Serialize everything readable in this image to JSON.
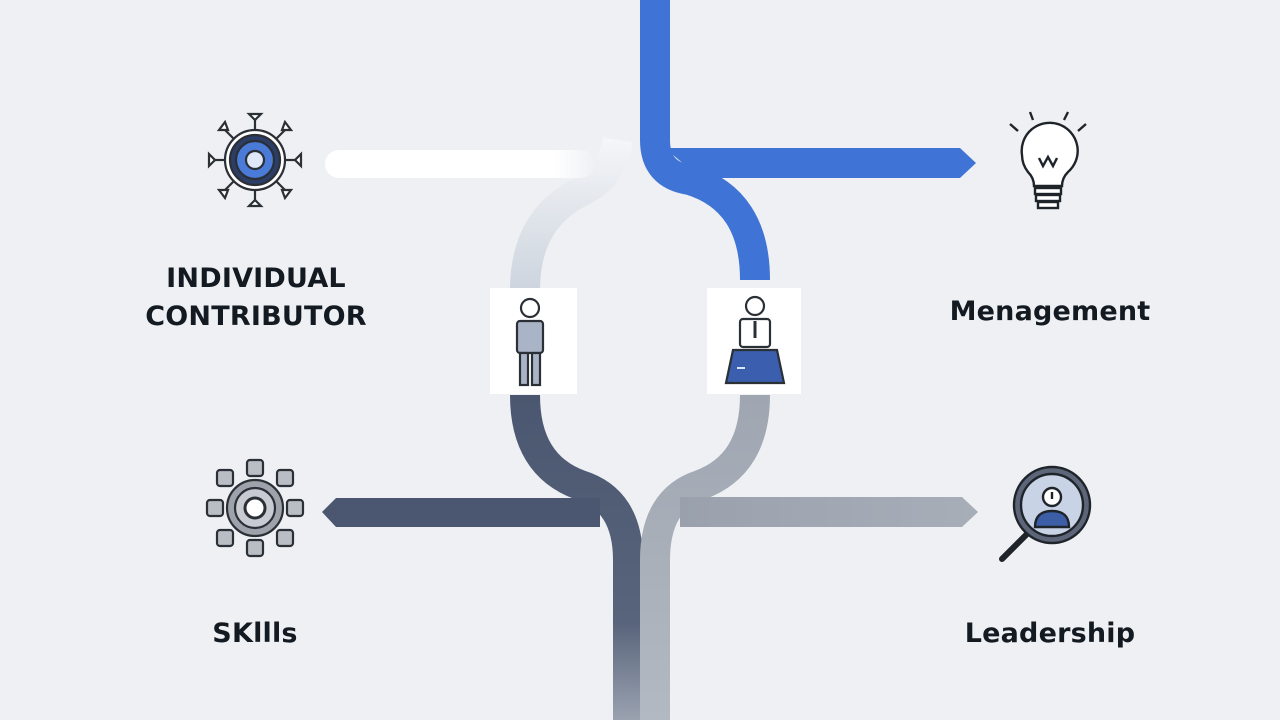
{
  "labels": {
    "individual_contributor_line1": "INDIVIDUAL",
    "individual_contributor_line2": "CONTRIBUTOR",
    "management": "Menagement",
    "skills": "SKllls",
    "leadership": "Leadership"
  },
  "icons": {
    "top_left": "virus-gear-icon",
    "top_right": "lightbulb-icon",
    "bottom_left": "gear-icon",
    "bottom_right": "magnifier-person-icon",
    "center_left": "person-standing-icon",
    "center_right": "person-at-desk-icon"
  },
  "colors": {
    "background": "#eef0f3",
    "blue_path": "#3f74d6",
    "dark_path": "#4d5a74",
    "light_path": "#d3d9e2",
    "gray_path": "#a3a9b4",
    "text": "#141a22"
  }
}
